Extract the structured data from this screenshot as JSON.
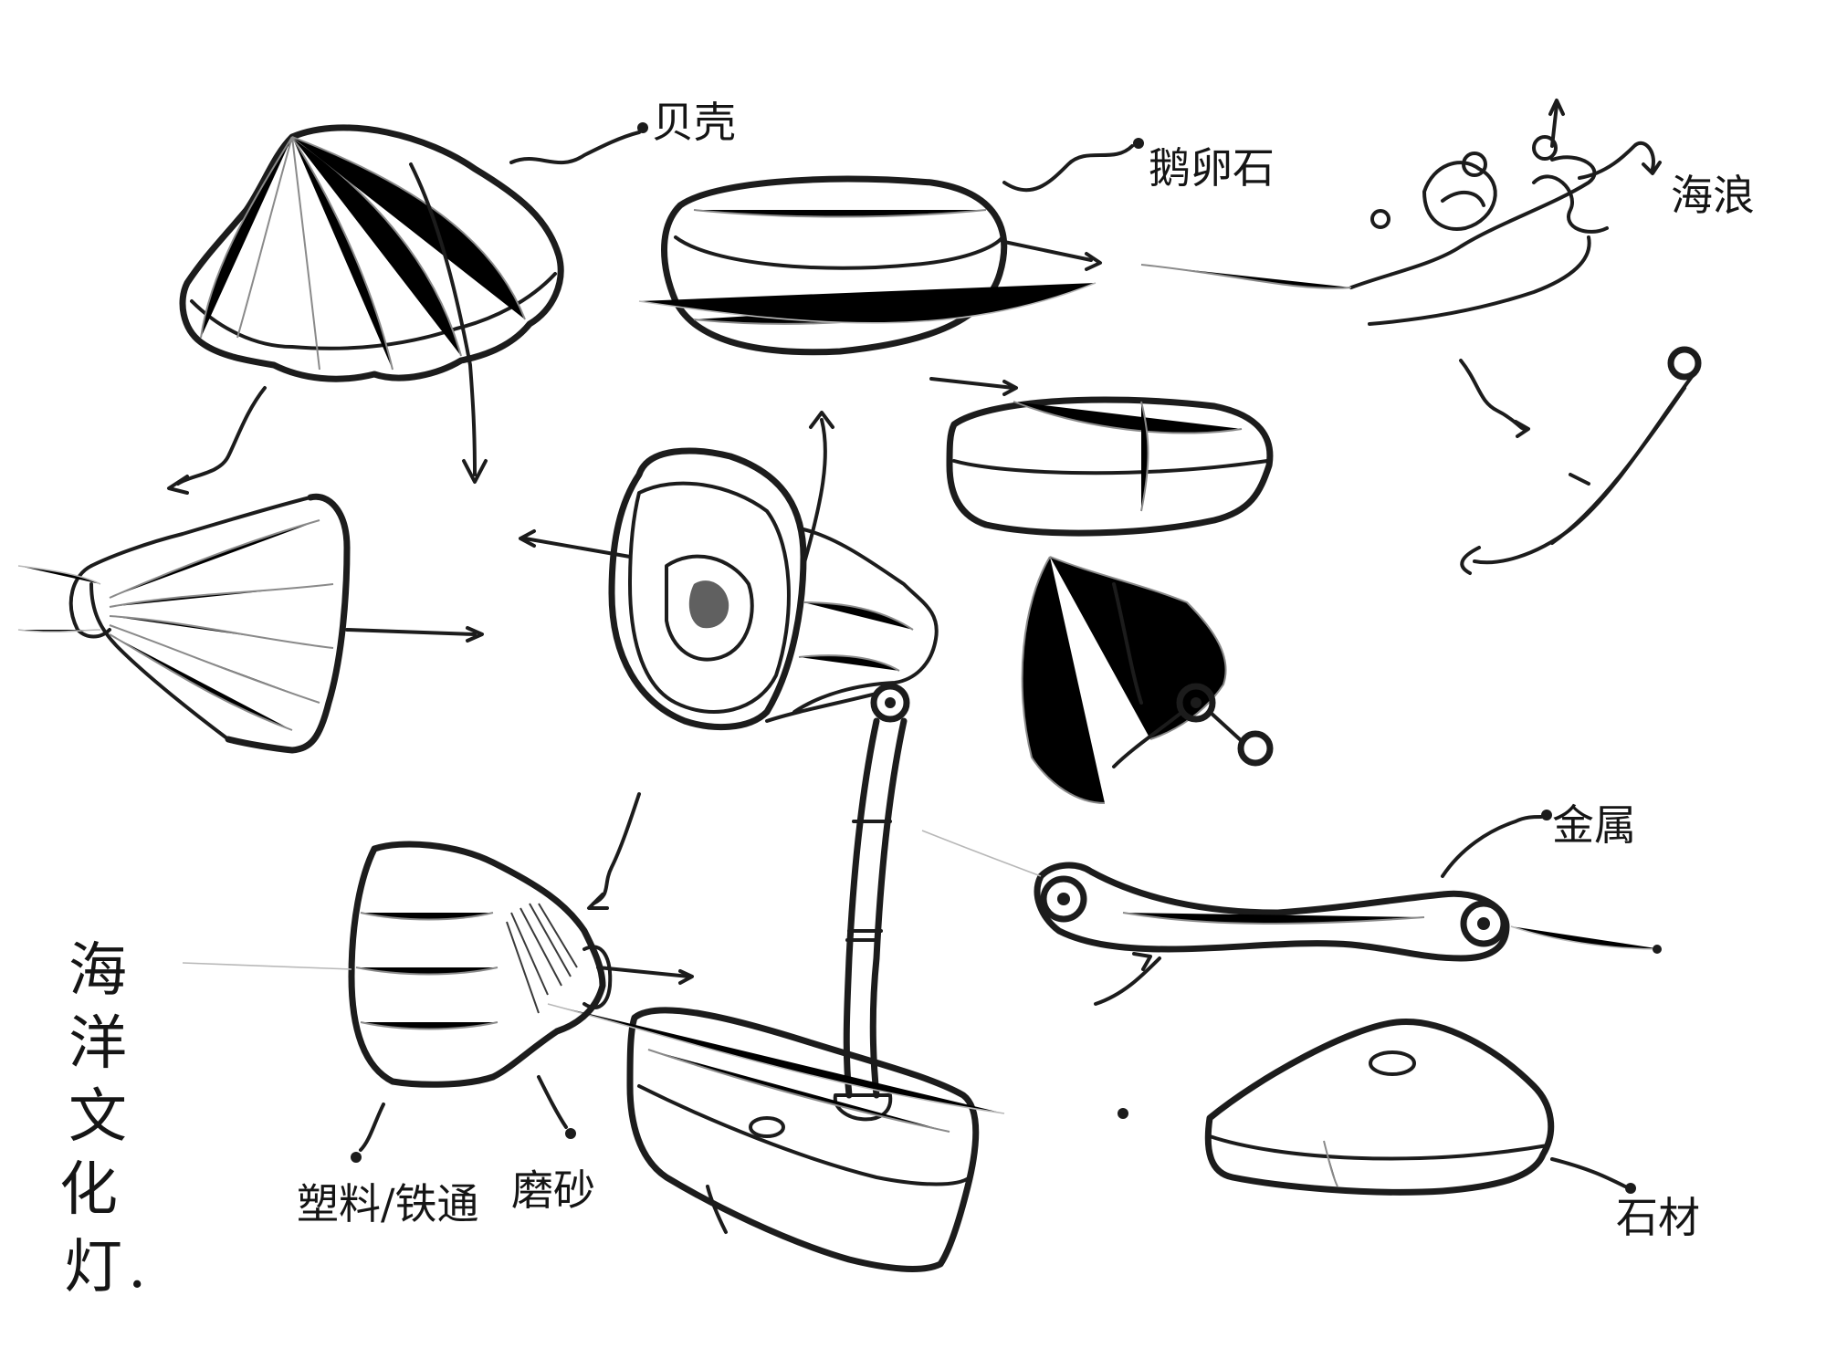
{
  "annotations": {
    "shell": "贝壳",
    "pebble": "鹅卵石",
    "wave": "海浪",
    "metal": "金属",
    "stone": "石材",
    "frosted": "磨砂",
    "plastic_iron": "塑料/铁通"
  },
  "title_vertical": [
    "海",
    "洋",
    "文",
    "化",
    "灯"
  ],
  "title_dot": ".",
  "colors": {
    "pencil": "#1c1c1c",
    "paper": "#ffffff"
  }
}
